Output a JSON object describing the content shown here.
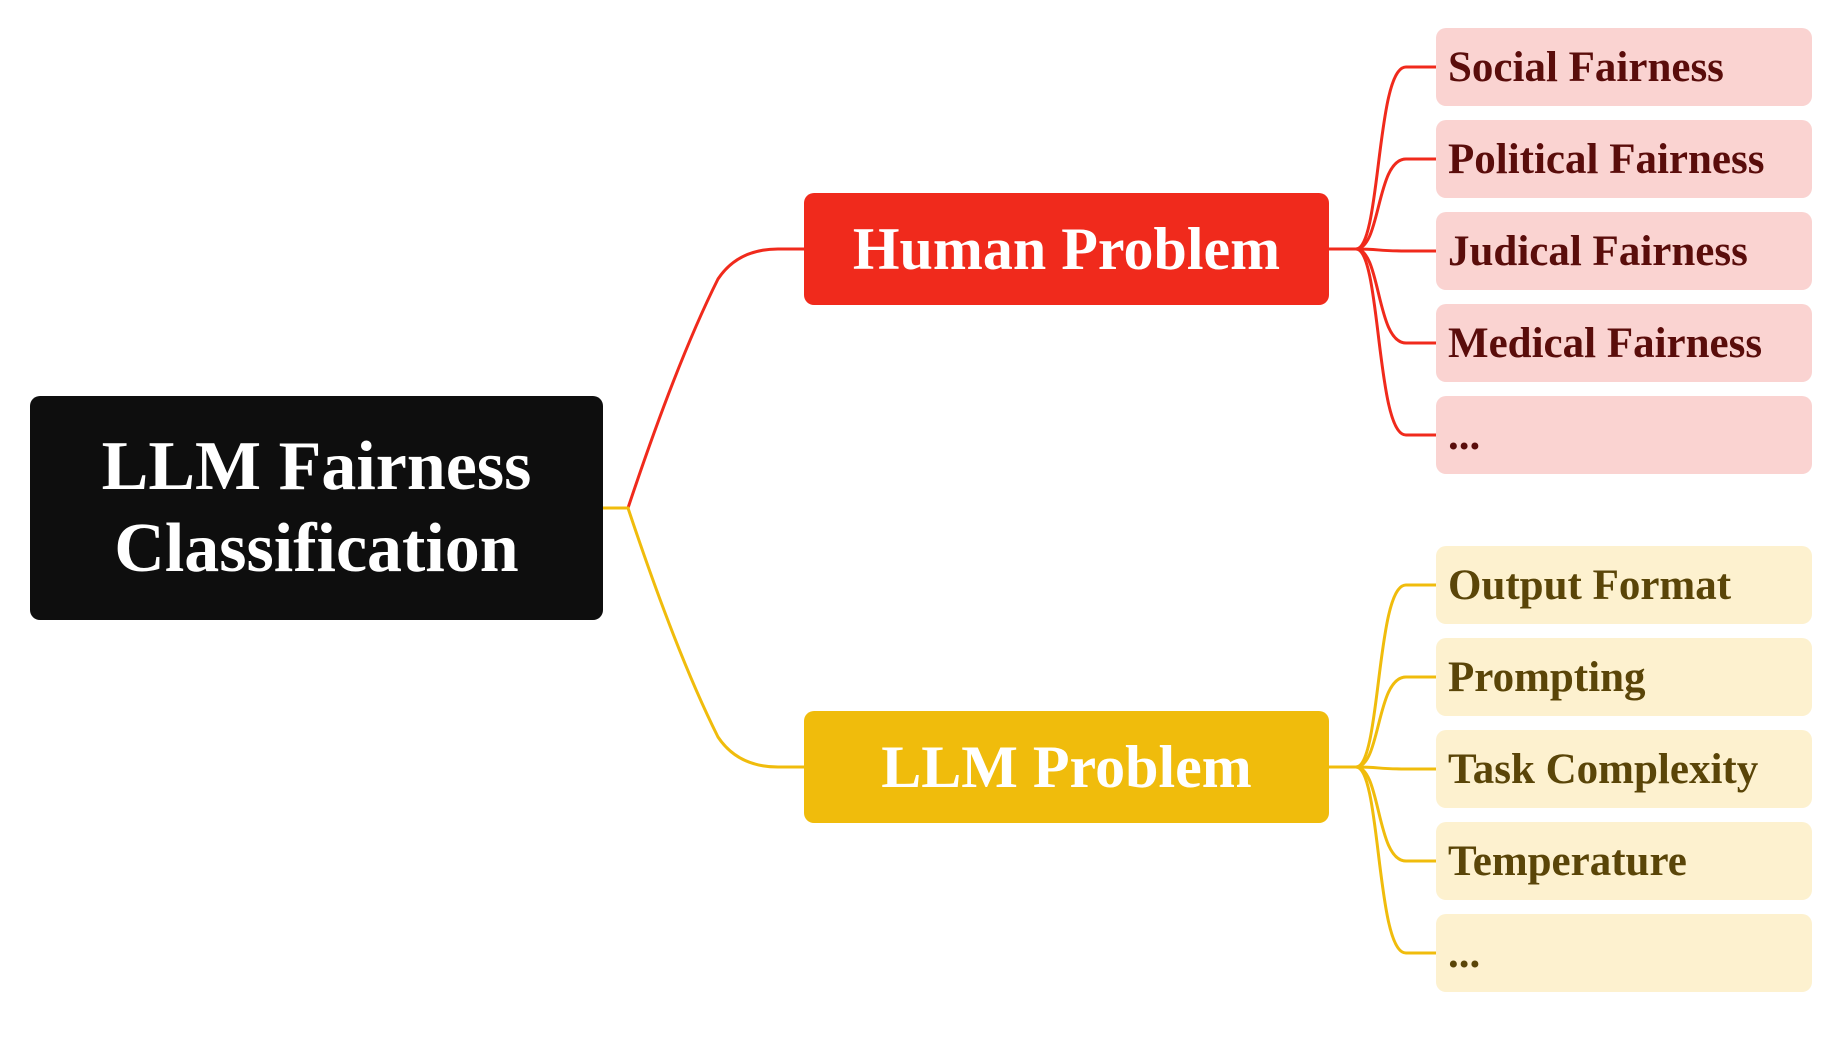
{
  "root": {
    "line1": "LLM Fairness",
    "line2": "Classification",
    "bg_color": "#0e0e0e",
    "text_color": "#ffffff"
  },
  "branches": [
    {
      "label": "Human Problem",
      "color": "#f02a1c",
      "text_color": "#ffffff",
      "leaf_bg": "#fad3d1",
      "leaf_text_color": "#5a0d0b",
      "children": [
        "Social Fairness",
        "Political Fairness",
        "Judical Fairness",
        "Medical Fairness",
        "..."
      ]
    },
    {
      "label": "LLM Problem",
      "color": "#f0bc0c",
      "text_color": "#ffffff",
      "leaf_bg": "#fdf1cf",
      "leaf_text_color": "#5a4508",
      "children": [
        "Output Format",
        "Prompting",
        "Task Complexity",
        "Temperature",
        "..."
      ]
    }
  ]
}
